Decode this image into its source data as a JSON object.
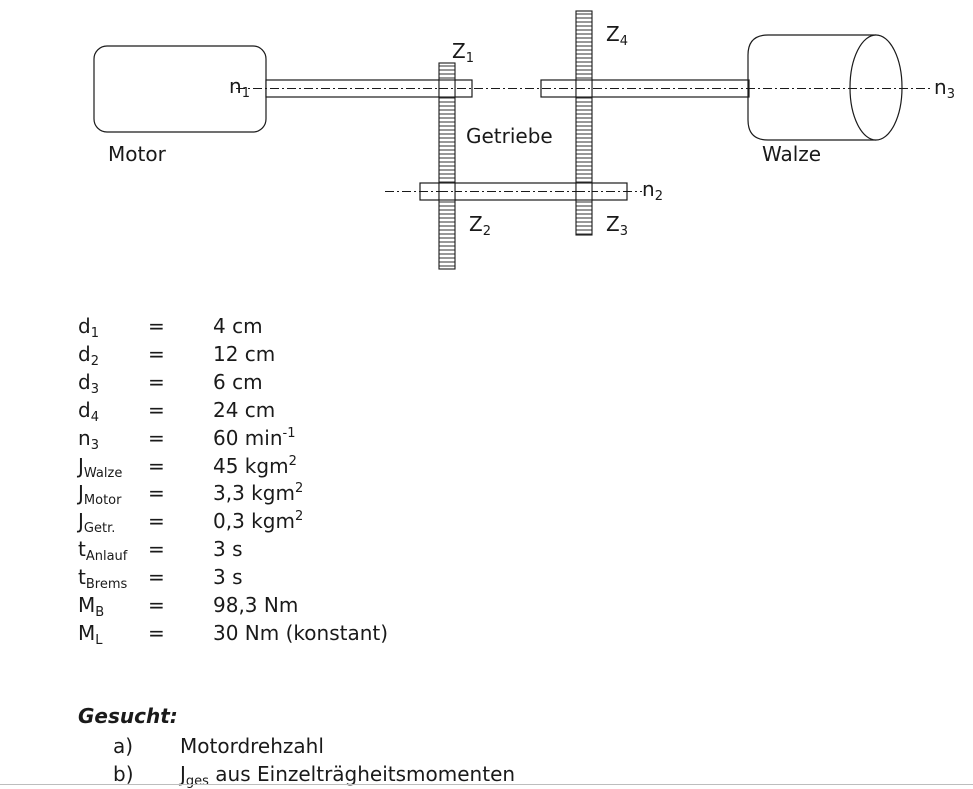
{
  "diagram": {
    "motor_label": "Motor",
    "walze_label": "Walze",
    "getriebe_label": "Getriebe",
    "gears": [
      {
        "id": "z1",
        "base": "Z",
        "sub": "1"
      },
      {
        "id": "z2",
        "base": "Z",
        "sub": "2"
      },
      {
        "id": "z3",
        "base": "Z",
        "sub": "3"
      },
      {
        "id": "z4",
        "base": "Z",
        "sub": "4"
      }
    ],
    "speeds": [
      {
        "id": "n1",
        "base": "n",
        "sub": "1"
      },
      {
        "id": "n2",
        "base": "n",
        "sub": "2"
      },
      {
        "id": "n3",
        "base": "n",
        "sub": "3"
      }
    ]
  },
  "parameters": [
    {
      "sym": "d",
      "sub": "1",
      "eq": "=",
      "value": "4 cm",
      "sup": ""
    },
    {
      "sym": "d",
      "sub": "2",
      "eq": "=",
      "value": "12 cm",
      "sup": ""
    },
    {
      "sym": "d",
      "sub": "3",
      "eq": "=",
      "value": "6 cm",
      "sup": ""
    },
    {
      "sym": "d",
      "sub": "4",
      "eq": "=",
      "value": "24 cm",
      "sup": ""
    },
    {
      "sym": "n",
      "sub": "3",
      "eq": "=",
      "value": "60 min",
      "sup": "-1"
    },
    {
      "sym": "J",
      "sub": "Walze",
      "eq": "=",
      "value": "45 kgm",
      "sup": "2"
    },
    {
      "sym": "J",
      "sub": "Motor",
      "eq": "=",
      "value": "3,3 kgm",
      "sup": "2"
    },
    {
      "sym": "J",
      "sub": "Getr.",
      "eq": "=",
      "value": "0,3 kgm",
      "sup": "2"
    },
    {
      "sym": "t",
      "sub": "Anlauf",
      "eq": "=",
      "value": "3 s",
      "sup": ""
    },
    {
      "sym": "t",
      "sub": "Brems",
      "eq": "=",
      "value": "3 s",
      "sup": ""
    },
    {
      "sym": "M",
      "sub": "B",
      "eq": "=",
      "value": "98,3 Nm",
      "sup": ""
    },
    {
      "sym": "M",
      "sub": "L",
      "eq": "=",
      "value": "30 Nm (konstant)",
      "sup": ""
    }
  ],
  "sought": {
    "title": "Gesucht:",
    "items": [
      {
        "label": "a)",
        "text": "Motordrehzahl",
        "pre": "",
        "pre_sub": ""
      },
      {
        "label": "b)",
        "text": " aus Einzelträgheitsmomenten",
        "pre": "J",
        "pre_sub": "ges"
      }
    ]
  }
}
